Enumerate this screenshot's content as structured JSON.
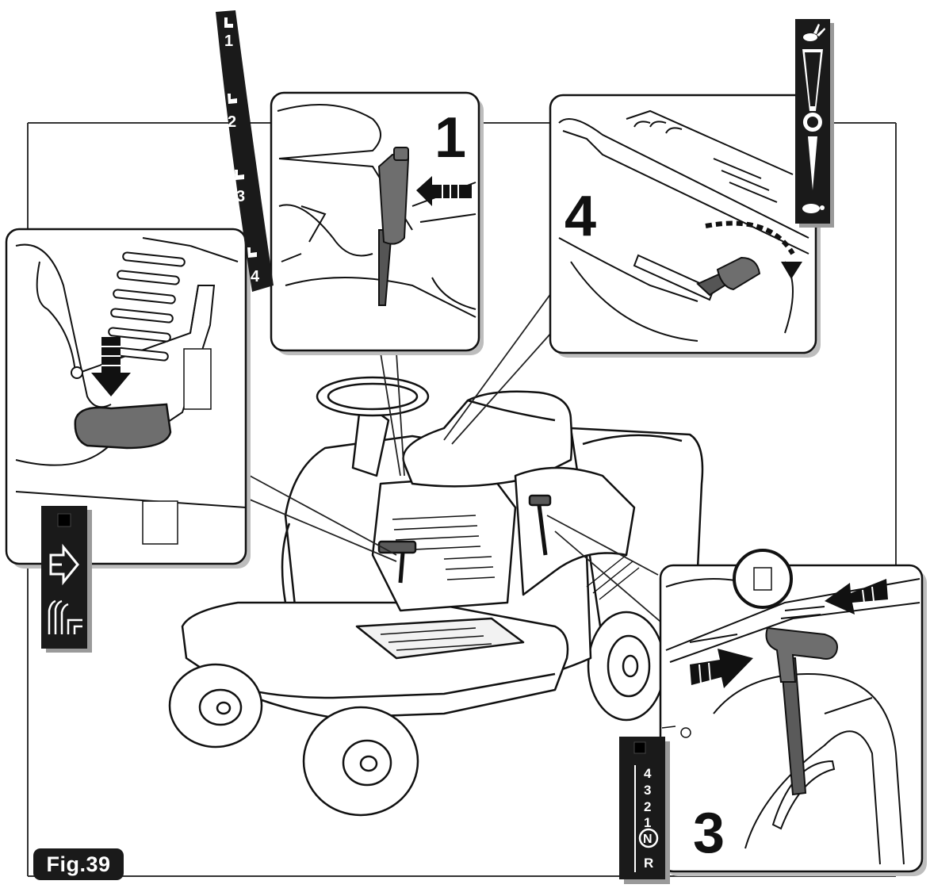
{
  "figure": {
    "label": "Fig.39"
  },
  "panels": [
    {
      "number": "1"
    },
    {
      "number": "4"
    },
    {
      "number": "3"
    }
  ],
  "seat_strip": {
    "positions": [
      "1",
      "2",
      "3",
      "4"
    ]
  },
  "gear_strip": {
    "gears": [
      "4",
      "3",
      "2",
      "1",
      "N",
      "R"
    ]
  },
  "colors": {
    "ink": "#1a1a1a",
    "part_fill": "#6e6e6e",
    "paper": "#ffffff",
    "shadow": "#bdbdbd"
  },
  "icons": [
    "seat-icon",
    "hare-icon",
    "tortoise-icon",
    "arrow-right-icon",
    "grass-cutting-icon"
  ]
}
